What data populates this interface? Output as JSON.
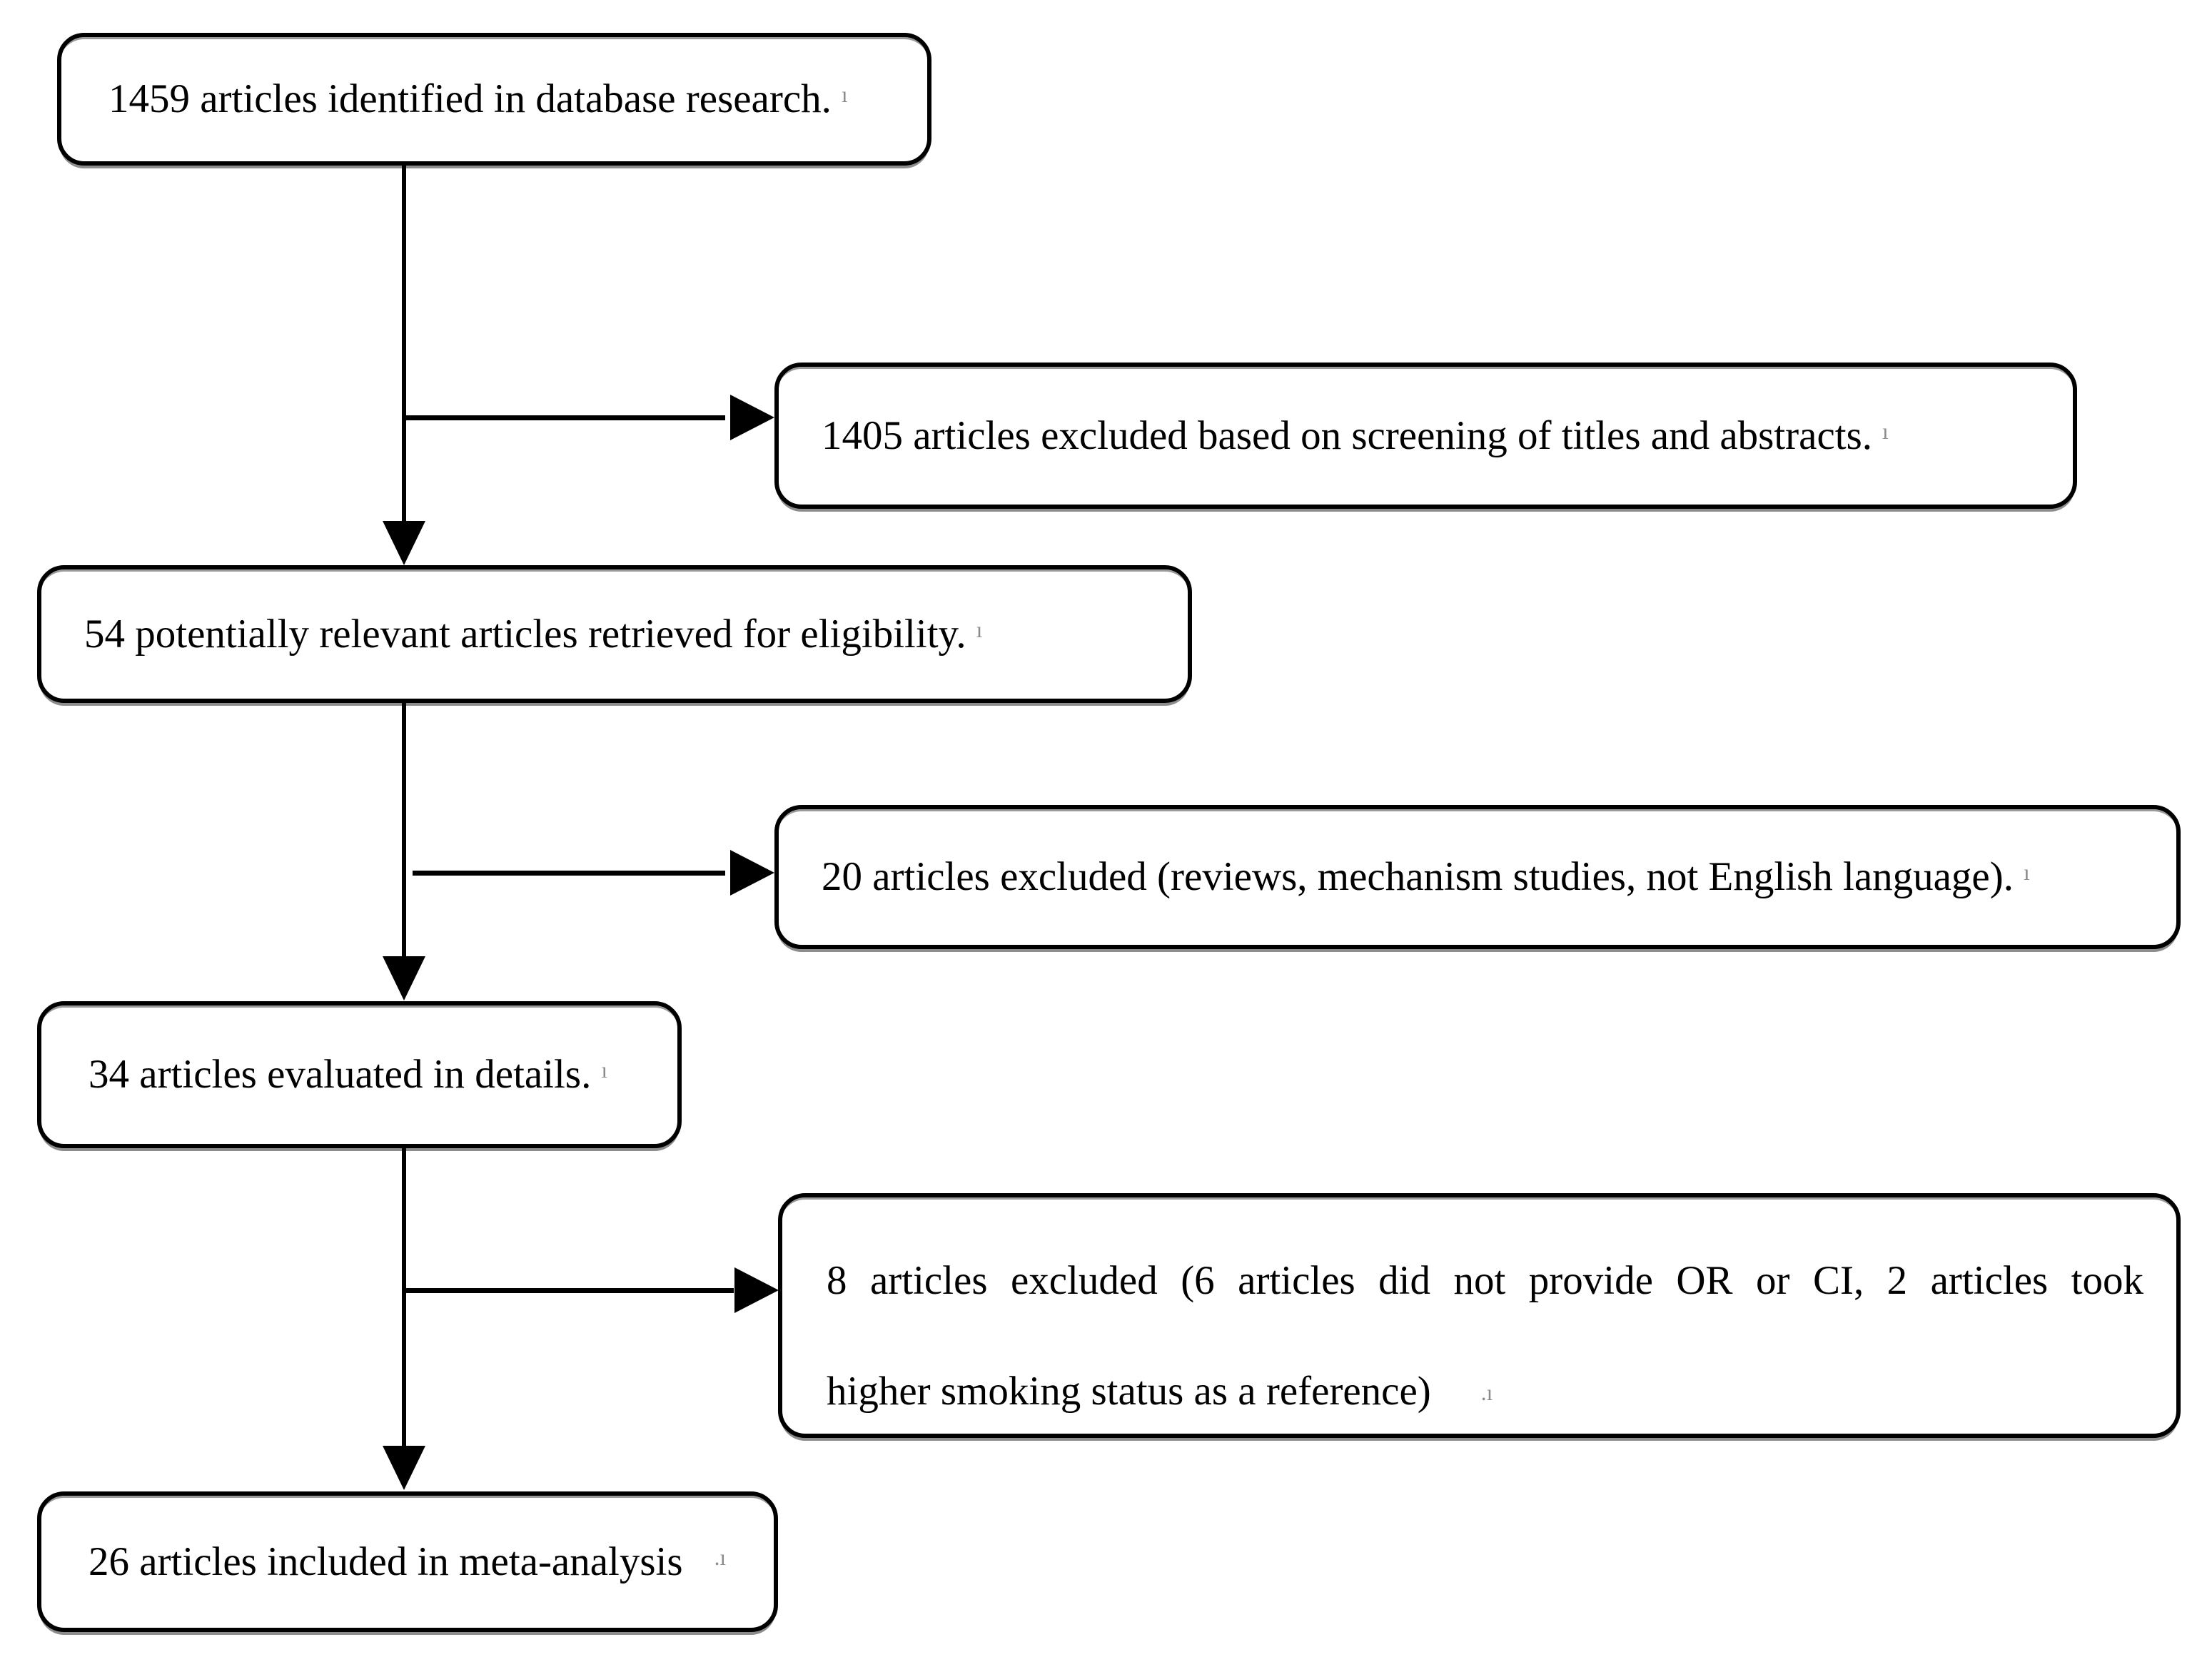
{
  "figure": {
    "type": "flow-diagram",
    "background": "#ffffff",
    "colors": {
      "box_border": "#000000",
      "box_fill": "#ffffff",
      "text": "#000000",
      "connector": "#000000",
      "border_shadow": "#8c8c8c"
    },
    "boxes": [
      {
        "id": "identified",
        "text": "1459 articles identified in database research.",
        "artifact": "ı"
      },
      {
        "id": "excluded-screening",
        "text": "1405 articles excluded based on screening of titles and abstracts.",
        "artifact": "ı"
      },
      {
        "id": "retrieved",
        "text": "54 potentially relevant articles retrieved for eligibility.",
        "artifact": "ı"
      },
      {
        "id": "excluded-reviews",
        "text": "20 articles excluded (reviews, mechanism studies, not English language).",
        "artifact": "ı"
      },
      {
        "id": "evaluated",
        "text": "34 articles evaluated in details.",
        "artifact": "ı"
      },
      {
        "id": "excluded-no-or-ci",
        "line1": "8 articles excluded (6 articles did not provide OR or CI, 2 articles took",
        "line2": "higher smoking status as a reference)",
        "artifact": ".ı"
      },
      {
        "id": "included",
        "text": "26 articles included in meta-analysis",
        "artifact": ".ı"
      }
    ],
    "flow": [
      "identified -> retrieved (down arrow)",
      "identified -> excluded-screening (right branch arrow)",
      "retrieved -> evaluated (down arrow)",
      "retrieved -> excluded-reviews (right branch arrow)",
      "evaluated -> included (down arrow)",
      "evaluated -> excluded-no-or-ci (right branch arrow)"
    ]
  }
}
